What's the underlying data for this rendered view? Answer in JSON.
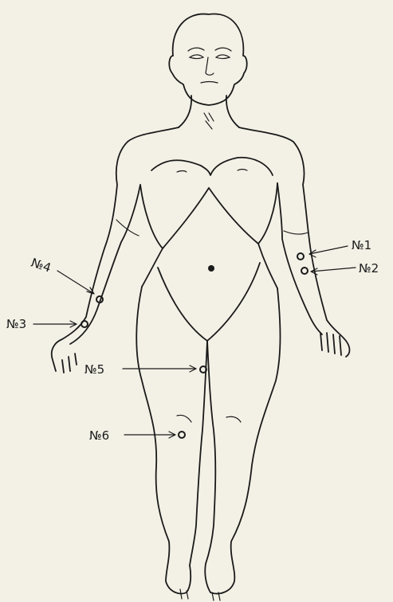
{
  "colors": {
    "background": "#f3f1e6",
    "ink": "#1a1a1a"
  },
  "labels": [
    {
      "id": "no1",
      "text": "№1"
    },
    {
      "id": "no2",
      "text": "№2"
    },
    {
      "id": "no3",
      "text": "№3"
    },
    {
      "id": "no4",
      "text": "№4"
    },
    {
      "id": "no5",
      "text": "№5"
    },
    {
      "id": "no6",
      "text": "№6"
    }
  ]
}
